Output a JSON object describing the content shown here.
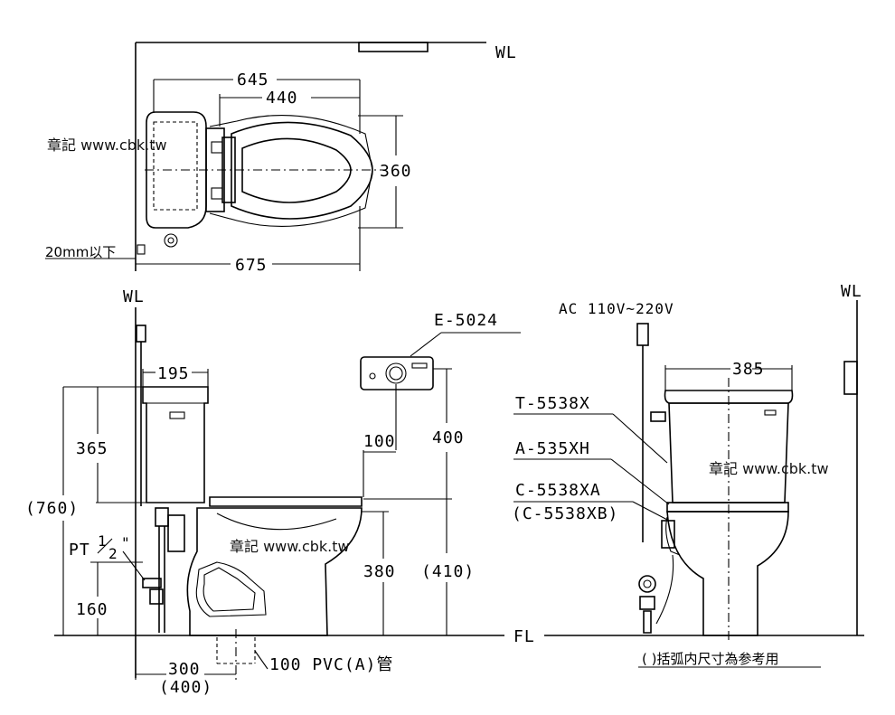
{
  "labels": {
    "wl_top": "WL",
    "wl_left": "WL",
    "wl_right": "WL",
    "fl": "FL",
    "ac": "AC 110V~220V",
    "e_model": "E-5024",
    "t_model": "T-5538X",
    "a_model": "A-535XH",
    "c_model": "C-5538XA",
    "c_model_alt": "(C-5538XB)",
    "pt": "PT",
    "pt_num": "1",
    "pt_den": "2",
    "pt_quote": "\"",
    "pvc": "100 PVC(A)管",
    "note": "( )括弧内尺寸為参考用",
    "mm20": "20mm以下"
  },
  "watermark": {
    "top": "章記 www.cbk.tw",
    "mid": "章記 www.cbk.tw",
    "right": "章記 www.cbk.tw"
  },
  "dims": {
    "d645": "645",
    "d440": "440",
    "d360": "360",
    "d675": "675",
    "d195": "195",
    "d365": "365",
    "d760": "(760)",
    "d160": "160",
    "d300": "300",
    "d400p": "(400)",
    "d100": "100",
    "d400": "400",
    "d380": "380",
    "d410": "(410)",
    "d385": "385"
  }
}
